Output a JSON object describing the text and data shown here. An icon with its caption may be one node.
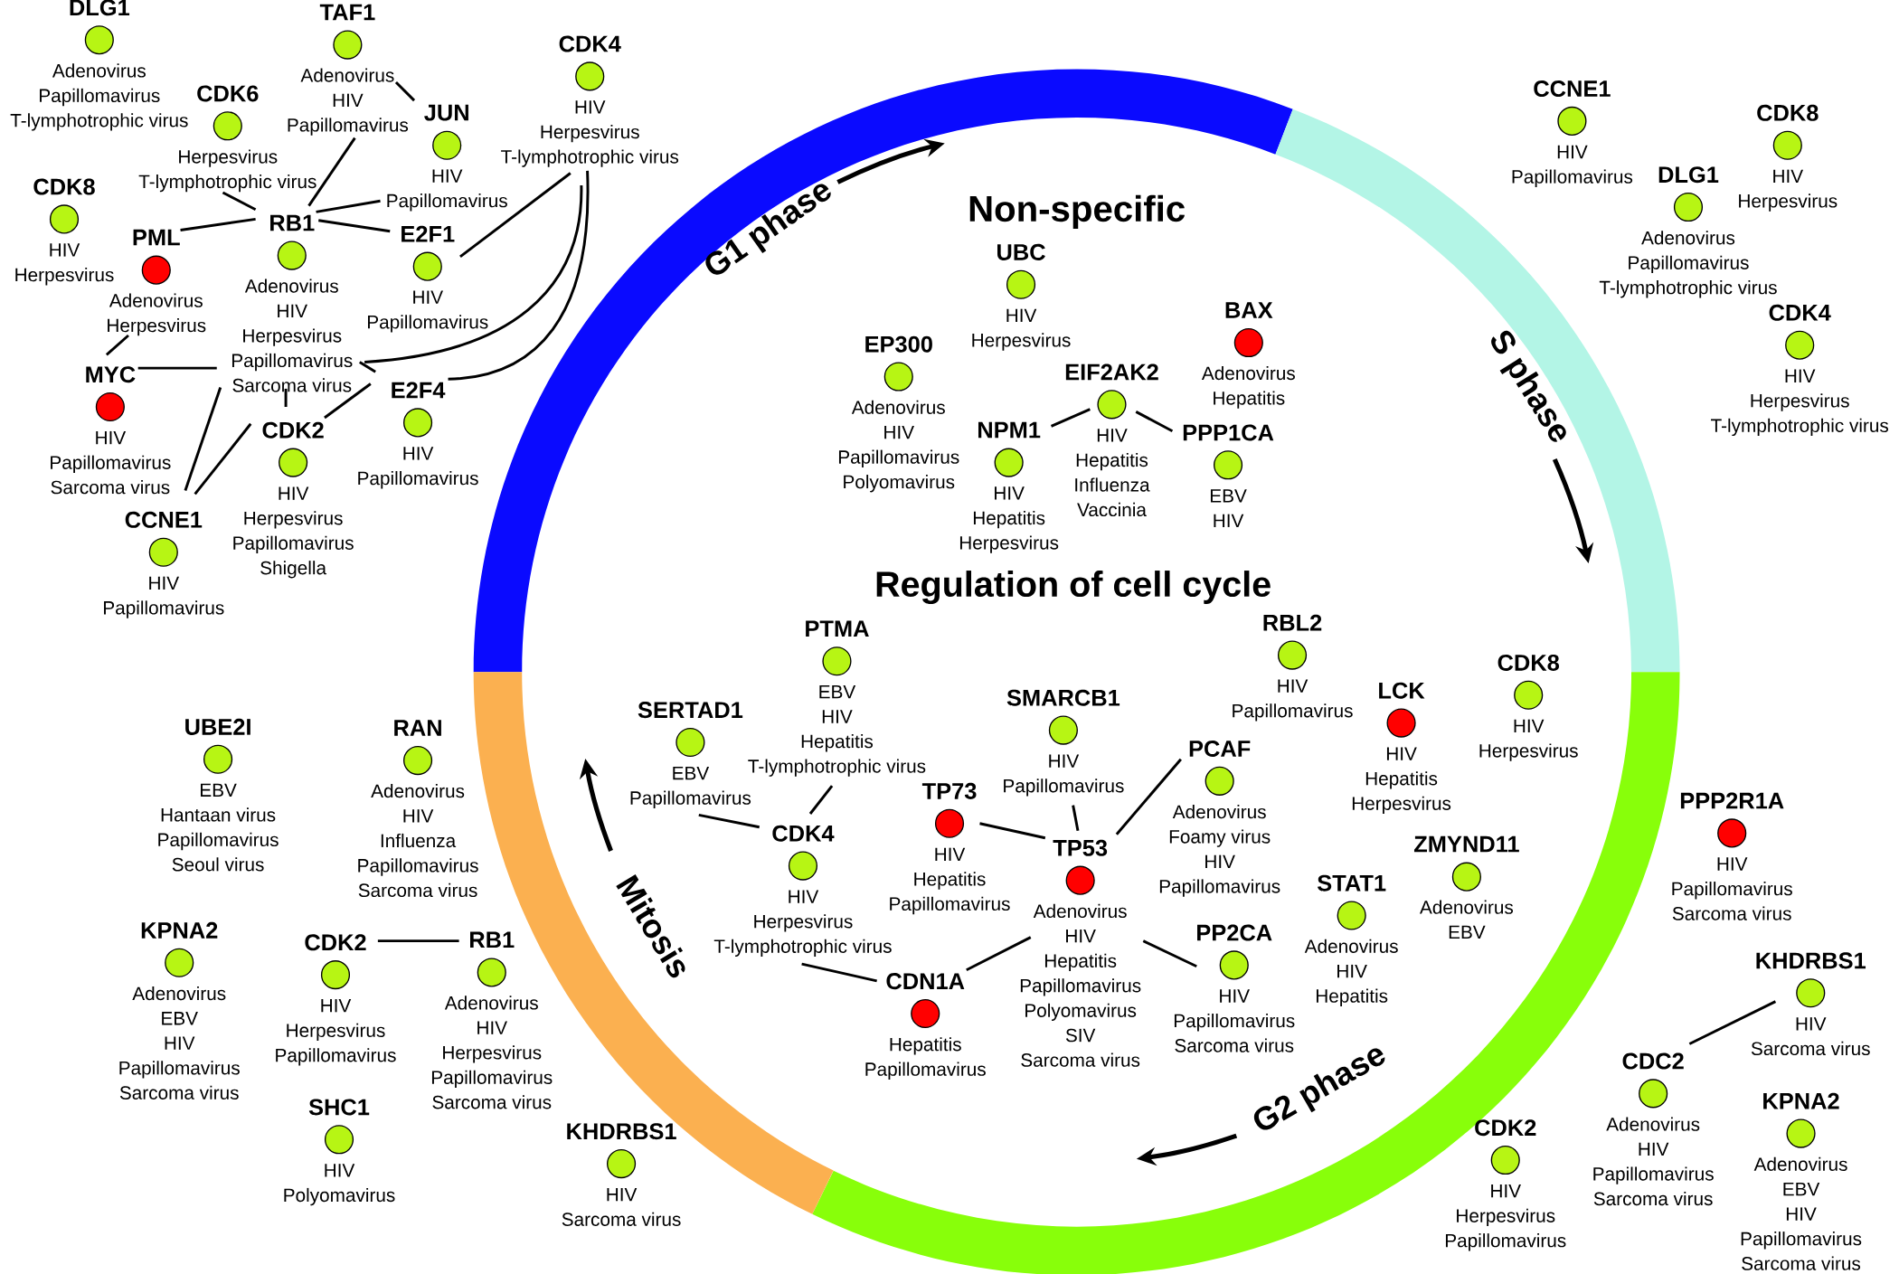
{
  "diagram": {
    "nodes": [
      {
        "text": [
          "DLG1",
          "Adenovirus",
          "Papillomavirus",
          "T-lymphotrophic virus"
        ]
      },
      {
        "text": [
          "TAF1",
          "Adenovirus",
          "HIV",
          "Papillomavirus"
        ]
      },
      {
        "text": [
          "CDK4",
          "HIV",
          "Herpesvirus",
          "T-lymphotrophic virus"
        ]
      },
      {
        "text": [
          "CDK6",
          "Herpesvirus",
          "T-lymphotrophic virus"
        ]
      },
      {
        "text": [
          "JUN",
          "HIV",
          "Papillomavirus"
        ]
      },
      {
        "text": [
          "CDK8",
          "HIV",
          "Herpesvirus"
        ]
      },
      {
        "text": [
          "PML",
          "Adenovirus",
          "Herpesvirus"
        ]
      },
      {
        "text": [
          "RB1",
          "Adenovirus",
          "HIV",
          "Herpesvirus",
          "Papillomavirus",
          "Sarcoma virus"
        ]
      },
      {
        "text": [
          "E2F1",
          "HIV",
          "Papillomavirus"
        ]
      },
      {
        "text": [
          "MYC",
          "HIV",
          "Papillomavirus",
          "Sarcoma virus"
        ]
      },
      {
        "text": [
          "E2F4",
          "HIV",
          "Papillomavirus"
        ]
      },
      {
        "text": [
          "CDK2",
          "HIV",
          "Herpesvirus",
          "Papillomavirus",
          "Shigella"
        ]
      },
      {
        "text": [
          "CCNE1",
          "HIV",
          "Papillomavirus"
        ]
      },
      {
        "text": [
          "CCNE1",
          "HIV",
          "Papillomavirus"
        ]
      },
      {
        "text": [
          "CDK8",
          "HIV",
          "Herpesvirus"
        ]
      },
      {
        "text": [
          "DLG1",
          "Adenovirus",
          "Papillomavirus",
          "T-lymphotrophic virus"
        ]
      },
      {
        "text": [
          "CDK4",
          "HIV",
          "Herpesvirus",
          "T-lymphotrophic virus"
        ]
      },
      {
        "text": [
          "UBC",
          "HIV",
          "Herpesvirus"
        ]
      },
      {
        "text": [
          "BAX",
          "Adenovirus",
          "Hepatitis"
        ]
      },
      {
        "text": [
          "EP300",
          "Adenovirus",
          "HIV",
          "Papillomavirus",
          "Polyomavirus"
        ]
      },
      {
        "text": [
          "EIF2AK2",
          "HIV",
          "Hepatitis",
          "Influenza",
          "Vaccinia"
        ]
      },
      {
        "text": [
          "NPM1",
          "HIV",
          "Hepatitis",
          "Herpesvirus"
        ]
      },
      {
        "text": [
          "PPP1CA",
          "EBV",
          "HIV"
        ]
      },
      {
        "text": [
          "PTMA",
          "EBV",
          "HIV",
          "Hepatitis",
          "T-lymphotrophic virus"
        ]
      },
      {
        "text": [
          "RBL2",
          "HIV",
          "Papillomavirus"
        ]
      },
      {
        "text": [
          "SERTAD1",
          "EBV",
          "Papillomavirus"
        ]
      },
      {
        "text": [
          "SMARCB1",
          "HIV",
          "Papillomavirus"
        ]
      },
      {
        "text": [
          "LCK",
          "HIV",
          "Hepatitis",
          "Herpesvirus"
        ]
      },
      {
        "text": [
          "PCAF",
          "Adenovirus",
          "Foamy virus",
          "HIV",
          "Papillomavirus"
        ]
      },
      {
        "text": [
          "TP73",
          "HIV",
          "Hepatitis",
          "Papillomavirus"
        ]
      },
      {
        "text": [
          "CDK4",
          "HIV",
          "Herpesvirus",
          "T-lymphotrophic virus"
        ]
      },
      {
        "text": [
          "TP53",
          "Adenovirus",
          "HIV",
          "Hepatitis",
          "Papillomavirus",
          "Polyomavirus",
          "SIV",
          "Sarcoma virus"
        ]
      },
      {
        "text": [
          "STAT1",
          "Adenovirus",
          "HIV",
          "Hepatitis"
        ]
      },
      {
        "text": [
          "PP2CA",
          "HIV",
          "Papillomavirus",
          "Sarcoma virus"
        ]
      },
      {
        "text": [
          "CDN1A",
          "Hepatitis",
          "Papillomavirus"
        ]
      },
      {
        "text": [
          "CDK8",
          "HIV",
          "Herpesvirus"
        ]
      },
      {
        "text": [
          "ZMYND11",
          "Adenovirus",
          "EBV"
        ]
      },
      {
        "text": [
          "PPP2R1A",
          "HIV",
          "Papillomavirus",
          "Sarcoma virus"
        ]
      },
      {
        "text": [
          "KHDRBS1",
          "HIV",
          "Sarcoma virus"
        ]
      },
      {
        "text": [
          "CDC2",
          "Adenovirus",
          "HIV",
          "Papillomavirus",
          "Sarcoma virus"
        ]
      },
      {
        "text": [
          "KPNA2",
          "Adenovirus",
          "EBV",
          "HIV",
          "Papillomavirus",
          "Sarcoma virus"
        ]
      },
      {
        "text": [
          "CDK2",
          "HIV",
          "Herpesvirus",
          "Papillomavirus"
        ]
      },
      {
        "text": [
          "UBE2I",
          "EBV",
          "Hantaan virus",
          "Papillomavirus",
          "Seoul virus"
        ]
      },
      {
        "text": [
          "RAN",
          "Adenovirus",
          "HIV",
          "Influenza",
          "Papillomavirus",
          "Sarcoma virus"
        ]
      },
      {
        "text": [
          "KPNA2",
          "Adenovirus",
          "EBV",
          "HIV",
          "Papillomavirus",
          "Sarcoma virus"
        ]
      },
      {
        "text": [
          "CDK2",
          "HIV",
          "Herpesvirus",
          "Papillomavirus"
        ]
      },
      {
        "text": [
          "RB1",
          "Adenovirus",
          "HIV",
          "Herpesvirus",
          "Papillomavirus",
          "Sarcoma virus"
        ]
      },
      {
        "text": [
          "SHC1",
          "HIV",
          "Polyomavirus"
        ]
      },
      {
        "text": [
          "KHDRBS1",
          "HIV",
          "Sarcoma virus"
        ]
      }
    ],
    "edges": [
      {
        "from": 1,
        "to": 4,
        "arrow": "none"
      },
      {
        "from": 1,
        "to": 7,
        "arrow": "none"
      },
      {
        "from": 3,
        "to": 7,
        "arrow": "none"
      },
      {
        "from": 7,
        "to": 4,
        "arrow": "none"
      },
      {
        "from": 7,
        "to": 8,
        "arrow": "none"
      },
      {
        "from": 6,
        "to": 7,
        "arrow": "none"
      },
      {
        "from": 6,
        "to": 9,
        "arrow": "none"
      },
      {
        "from": 9,
        "to": 7,
        "arrow": "none"
      },
      {
        "from": 7,
        "to": 11,
        "arrow": "none"
      },
      {
        "from": 7,
        "to": 12,
        "arrow": "none"
      },
      {
        "from": 11,
        "to": 12,
        "arrow": "none"
      },
      {
        "from": 11,
        "to": 10,
        "arrow": "none"
      },
      {
        "from": 7,
        "to": 10,
        "arrow": "none"
      },
      {
        "from": 2,
        "to": 8,
        "arrow": "none"
      },
      {
        "from": 2,
        "to": 7,
        "arrow": "none"
      },
      {
        "from": 2,
        "to": 10,
        "arrow": "none"
      },
      {
        "from": 21,
        "to": 20,
        "arrow": "none"
      },
      {
        "from": 20,
        "to": 22,
        "arrow": "none"
      },
      {
        "from": 23,
        "to": 30,
        "arrow": "none"
      },
      {
        "from": 25,
        "to": 30,
        "arrow": "none"
      },
      {
        "from": 30,
        "to": 34,
        "arrow": "none"
      },
      {
        "from": 29,
        "to": 31,
        "arrow": "none"
      },
      {
        "from": 26,
        "to": 31,
        "arrow": "none"
      },
      {
        "from": 28,
        "to": 31,
        "arrow": "none"
      },
      {
        "from": 31,
        "to": 34,
        "arrow": "none"
      },
      {
        "from": 31,
        "to": 33,
        "arrow": "none"
      },
      {
        "from": 39,
        "to": 38,
        "arrow": "none"
      },
      {
        "from": 45,
        "to": 46,
        "arrow": "none"
      }
    ],
    "labels": [
      "G1 phase",
      "Non-specific",
      "S phase",
      "Regulation of cell cycle",
      "Mitosis",
      "G2 phase"
    ]
  }
}
